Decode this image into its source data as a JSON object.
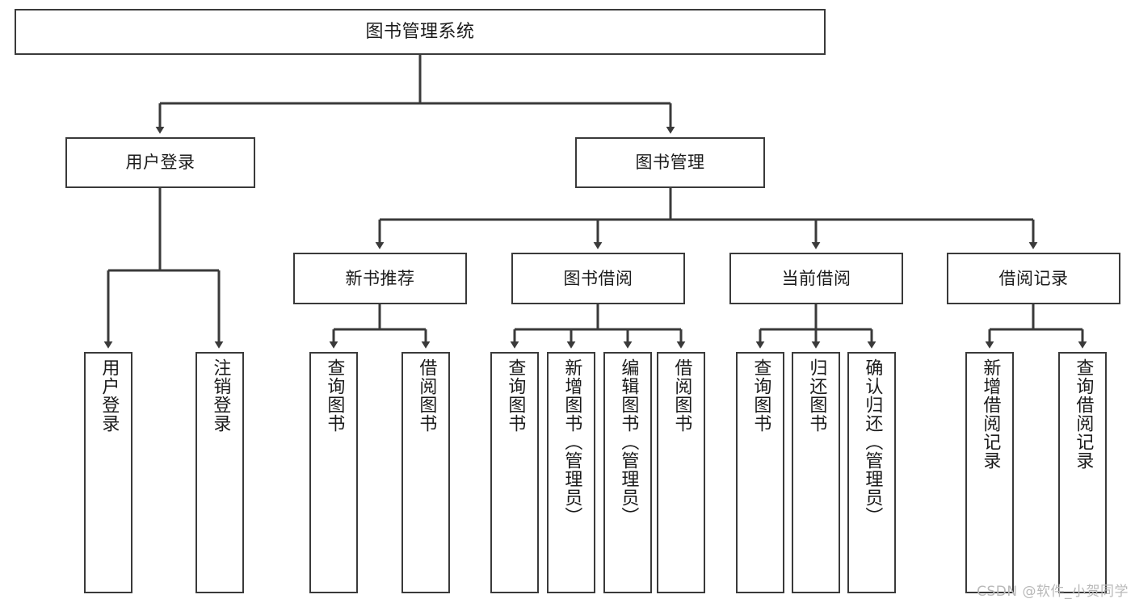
{
  "diagram": {
    "type": "tree-hierarchy-chart",
    "title": "图书管理系统",
    "nodes": {
      "root": {
        "label": "图书管理系统"
      },
      "level2": [
        {
          "id": "user-login",
          "label": "用户登录"
        },
        {
          "id": "book-manage",
          "label": "图书管理"
        }
      ],
      "level3": [
        {
          "id": "new-book-recommend",
          "label": "新书推荐"
        },
        {
          "id": "book-borrow",
          "label": "图书借阅"
        },
        {
          "id": "current-borrow",
          "label": "当前借阅"
        },
        {
          "id": "borrow-record",
          "label": "借阅记录"
        }
      ],
      "leaves": [
        {
          "id": "leaf-user-login",
          "label": "用户登录"
        },
        {
          "id": "leaf-logout-login",
          "label": "注销登录"
        },
        {
          "id": "leaf-query-book-1",
          "label": "查询图书"
        },
        {
          "id": "leaf-borrow-book-1",
          "label": "借阅图书"
        },
        {
          "id": "leaf-query-book-2",
          "label": "查询图书"
        },
        {
          "id": "leaf-add-book-admin",
          "label": "新增图书（管理员）"
        },
        {
          "id": "leaf-edit-book-admin",
          "label": "编辑图书（管理员）"
        },
        {
          "id": "leaf-borrow-book-2",
          "label": "借阅图书"
        },
        {
          "id": "leaf-query-book-3",
          "label": "查询图书"
        },
        {
          "id": "leaf-return-book",
          "label": "归还图书"
        },
        {
          "id": "leaf-confirm-return-admin",
          "label": "确认归还（管理员）"
        },
        {
          "id": "leaf-add-borrow-record",
          "label": "新增借阅记录"
        },
        {
          "id": "leaf-query-borrow-record",
          "label": "查询借阅记录"
        }
      ]
    },
    "edges": [
      {
        "from": "root",
        "to": "user-login"
      },
      {
        "from": "root",
        "to": "book-manage"
      },
      {
        "from": "user-login",
        "to": "leaf-user-login"
      },
      {
        "from": "user-login",
        "to": "leaf-logout-login"
      },
      {
        "from": "book-manage",
        "to": "new-book-recommend"
      },
      {
        "from": "book-manage",
        "to": "book-borrow"
      },
      {
        "from": "book-manage",
        "to": "current-borrow"
      },
      {
        "from": "book-manage",
        "to": "borrow-record"
      },
      {
        "from": "new-book-recommend",
        "to": "leaf-query-book-1"
      },
      {
        "from": "new-book-recommend",
        "to": "leaf-borrow-book-1"
      },
      {
        "from": "book-borrow",
        "to": "leaf-query-book-2"
      },
      {
        "from": "book-borrow",
        "to": "leaf-add-book-admin"
      },
      {
        "from": "book-borrow",
        "to": "leaf-edit-book-admin"
      },
      {
        "from": "book-borrow",
        "to": "leaf-borrow-book-2"
      },
      {
        "from": "current-borrow",
        "to": "leaf-query-book-3"
      },
      {
        "from": "current-borrow",
        "to": "leaf-return-book"
      },
      {
        "from": "current-borrow",
        "to": "leaf-confirm-return-admin"
      },
      {
        "from": "borrow-record",
        "to": "leaf-add-borrow-record"
      },
      {
        "from": "borrow-record",
        "to": "leaf-query-borrow-record"
      }
    ],
    "colors": {
      "box_border": "#3a3a3a",
      "box_fill": "#ffffff",
      "connector": "#3a3a3a",
      "text": "#1b1b1b",
      "background": "#ffffff",
      "watermark": "#b9b9b9"
    }
  },
  "watermark": {
    "text": "CSDN @软件_小贺同学"
  }
}
